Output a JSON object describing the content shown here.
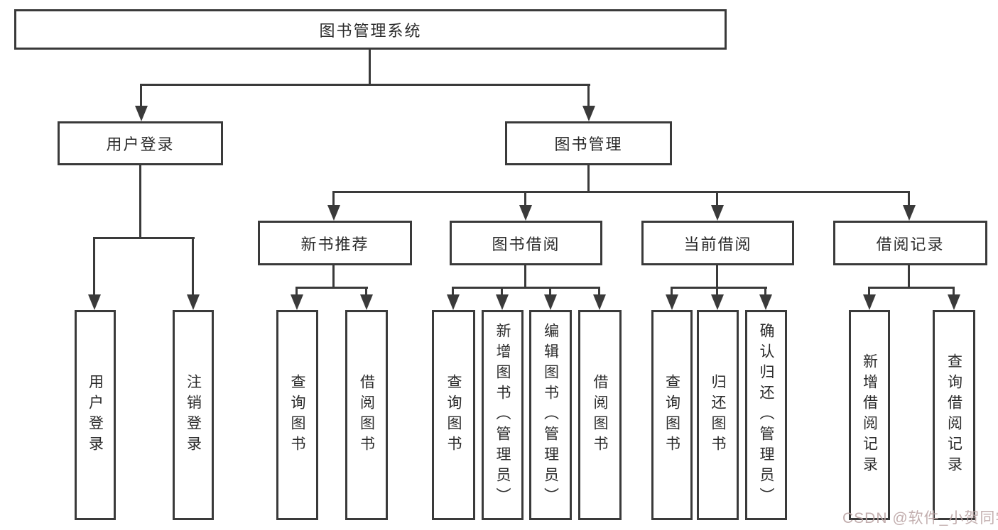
{
  "diagram_type": "hierarchy-tree",
  "colors": {
    "line": "#3a3a3a",
    "box_border": "#3a3a3a",
    "text": "#2b2b2b",
    "background": "#ffffff",
    "watermark": "#bca6a6"
  },
  "tree": {
    "label": "图书管理系统",
    "children": [
      {
        "label": "用户登录",
        "children": [
          {
            "label": "用户登录"
          },
          {
            "label": "注销登录"
          }
        ]
      },
      {
        "label": "图书管理",
        "children": [
          {
            "label": "新书推荐",
            "children": [
              {
                "label": "查询图书"
              },
              {
                "label": "借阅图书"
              }
            ]
          },
          {
            "label": "图书借阅",
            "children": [
              {
                "label": "查询图书"
              },
              {
                "label": "新增图书（管理员）"
              },
              {
                "label": "编辑图书（管理员）"
              },
              {
                "label": "借阅图书"
              }
            ]
          },
          {
            "label": "当前借阅",
            "children": [
              {
                "label": "查询图书"
              },
              {
                "label": "归还图书"
              },
              {
                "label": "确认归还（管理员）"
              }
            ]
          },
          {
            "label": "借阅记录",
            "children": [
              {
                "label": "新增借阅记录"
              },
              {
                "label": "查询借阅记录"
              }
            ]
          }
        ]
      }
    ]
  },
  "watermark": {
    "text": "CSDN @软件_小贺同学"
  }
}
